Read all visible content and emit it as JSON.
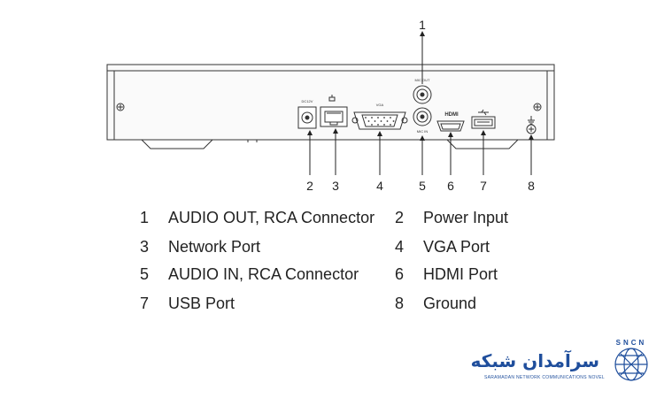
{
  "callouts": [
    "1",
    "2",
    "3",
    "4",
    "5",
    "6",
    "7",
    "8"
  ],
  "device_labels": {
    "dc": "DC12V",
    "mic_out": "MIC OUT",
    "mic_in": "MIC IN",
    "vga": "VGA",
    "hdmi": "HDMI"
  },
  "legend": [
    {
      "num": "1",
      "label": "AUDIO OUT, RCA Connector"
    },
    {
      "num": "2",
      "label": "Power Input"
    },
    {
      "num": "3",
      "label": "Network Port"
    },
    {
      "num": "4",
      "label": "VGA Port"
    },
    {
      "num": "5",
      "label": "AUDIO IN, RCA Connector"
    },
    {
      "num": "6",
      "label": "HDMI Port"
    },
    {
      "num": "7",
      "label": "USB Port"
    },
    {
      "num": "8",
      "label": "Ground"
    }
  ],
  "logo": {
    "name": "سرآمدان شبکه",
    "subtitle": "SARAMADAN NETWORK COMMUNICATIONS NOVEL",
    "mark": "SNCN"
  },
  "colors": {
    "brand": "#1f4e9c",
    "line": "#333333"
  }
}
